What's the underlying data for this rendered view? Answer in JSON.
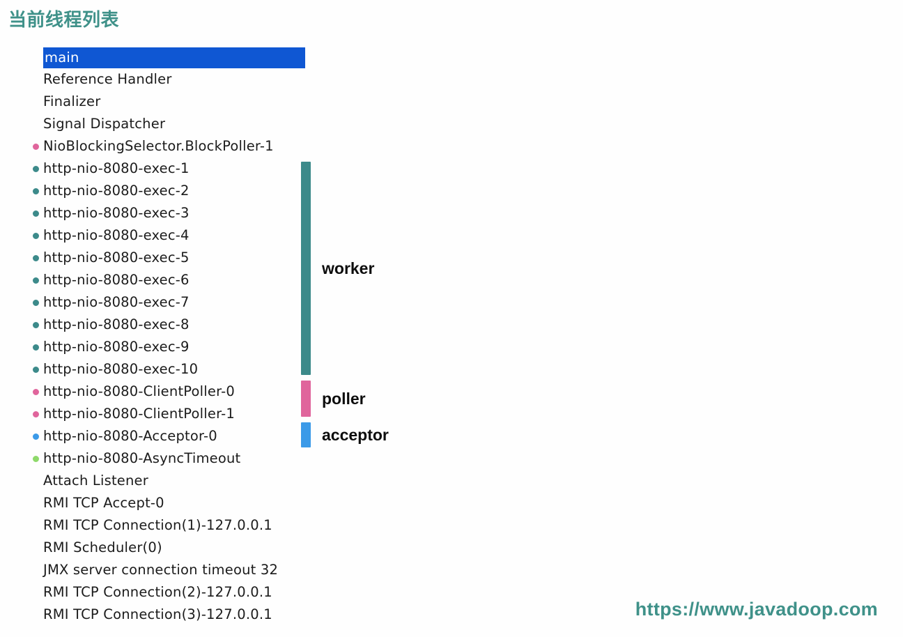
{
  "slide": {
    "title": "当前线程列表",
    "title_color": "#3f9189",
    "background": "#ffffff"
  },
  "thread_list": {
    "selected_index": 0,
    "selection_bg": "#0f57d3",
    "selection_fg": "#ffffff",
    "bullet_colors": {
      "pink": "#e0659c",
      "teal": "#3c8a8a",
      "blue": "#3b9ae8",
      "green": "#8ed96a"
    },
    "items": [
      {
        "label": "main",
        "bullet": "none",
        "selected": true
      },
      {
        "label": "Reference Handler",
        "bullet": "none",
        "selected": false
      },
      {
        "label": "Finalizer",
        "bullet": "none",
        "selected": false
      },
      {
        "label": "Signal Dispatcher",
        "bullet": "none",
        "selected": false
      },
      {
        "label": "NioBlockingSelector.BlockPoller-1",
        "bullet": "pink",
        "selected": false
      },
      {
        "label": "http-nio-8080-exec-1",
        "bullet": "teal",
        "selected": false
      },
      {
        "label": "http-nio-8080-exec-2",
        "bullet": "teal",
        "selected": false
      },
      {
        "label": "http-nio-8080-exec-3",
        "bullet": "teal",
        "selected": false
      },
      {
        "label": "http-nio-8080-exec-4",
        "bullet": "teal",
        "selected": false
      },
      {
        "label": "http-nio-8080-exec-5",
        "bullet": "teal",
        "selected": false
      },
      {
        "label": "http-nio-8080-exec-6",
        "bullet": "teal",
        "selected": false
      },
      {
        "label": "http-nio-8080-exec-7",
        "bullet": "teal",
        "selected": false
      },
      {
        "label": "http-nio-8080-exec-8",
        "bullet": "teal",
        "selected": false
      },
      {
        "label": "http-nio-8080-exec-9",
        "bullet": "teal",
        "selected": false
      },
      {
        "label": "http-nio-8080-exec-10",
        "bullet": "teal",
        "selected": false
      },
      {
        "label": "http-nio-8080-ClientPoller-0",
        "bullet": "pink",
        "selected": false
      },
      {
        "label": "http-nio-8080-ClientPoller-1",
        "bullet": "pink",
        "selected": false
      },
      {
        "label": "http-nio-8080-Acceptor-0",
        "bullet": "blue",
        "selected": false
      },
      {
        "label": "http-nio-8080-AsyncTimeout",
        "bullet": "green",
        "selected": false
      },
      {
        "label": "Attach Listener",
        "bullet": "none",
        "selected": false
      },
      {
        "label": "RMI TCP Accept-0",
        "bullet": "none",
        "selected": false
      },
      {
        "label": "RMI TCP Connection(1)-127.0.0.1",
        "bullet": "none",
        "selected": false
      },
      {
        "label": "RMI Scheduler(0)",
        "bullet": "none",
        "selected": false
      },
      {
        "label": "JMX server connection timeout 32",
        "bullet": "none",
        "selected": false
      },
      {
        "label": "RMI TCP Connection(2)-127.0.0.1",
        "bullet": "none",
        "selected": false
      },
      {
        "label": "RMI TCP Connection(3)-127.0.0.1",
        "bullet": "none",
        "selected": false
      }
    ]
  },
  "groups": [
    {
      "key": "worker",
      "label": "worker",
      "color": "#3c8a8a",
      "covers": "http-nio-8080-exec-1 .. http-nio-8080-exec-10"
    },
    {
      "key": "poller",
      "label": "poller",
      "color": "#e0659c",
      "covers": "http-nio-8080-ClientPoller-0 .. http-nio-8080-ClientPoller-1"
    },
    {
      "key": "acceptor",
      "label": "acceptor",
      "color": "#3b9ae8",
      "covers": "http-nio-8080-Acceptor-0"
    }
  ],
  "watermark": {
    "text": "https://www.javadoop.com",
    "color": "#3f9189"
  }
}
